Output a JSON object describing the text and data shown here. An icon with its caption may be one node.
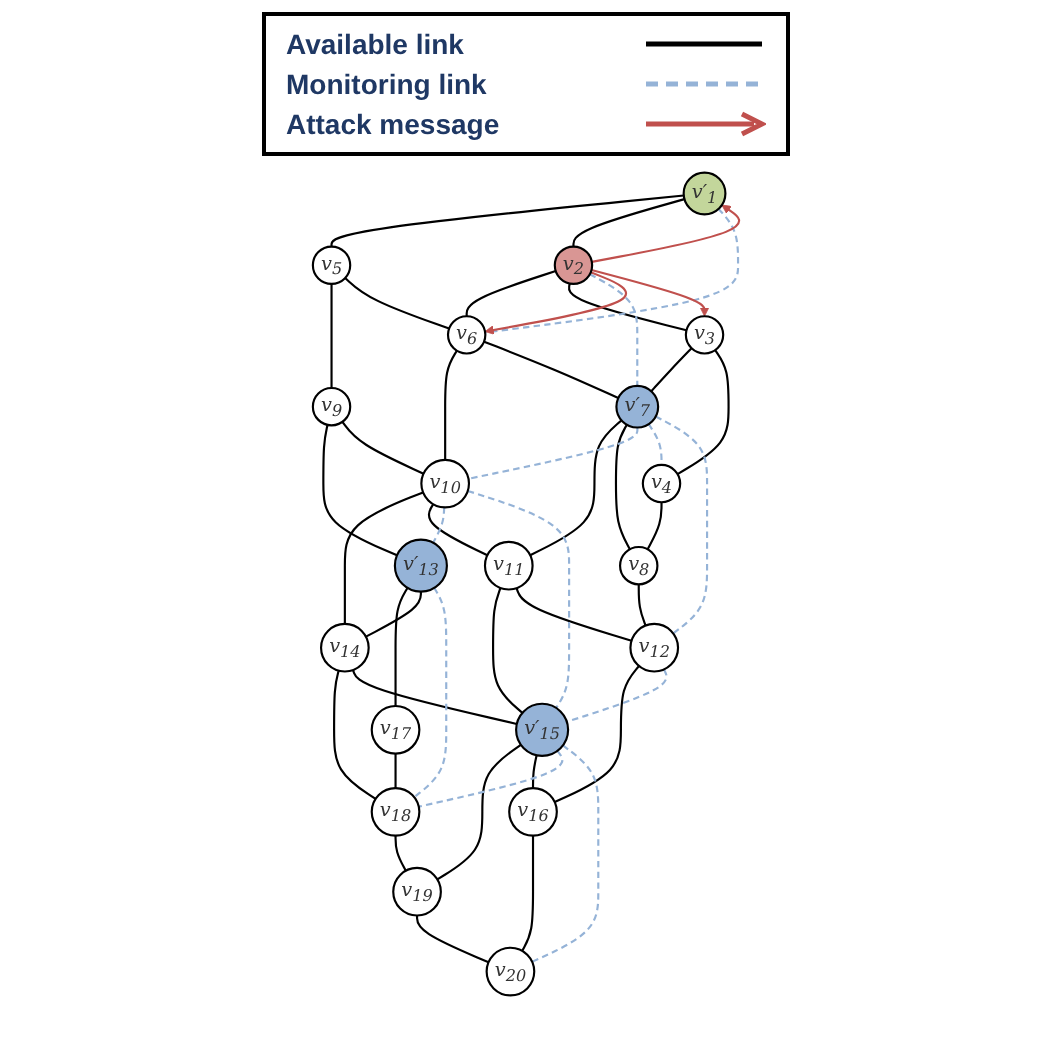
{
  "diagram": {
    "nodes": [
      {
        "text": [
          "v′$_{1}$"
        ]
      },
      {
        "text": [
          "v$_{2}$"
        ]
      },
      {
        "text": [
          "v$_{3}$"
        ]
      },
      {
        "text": [
          "v$_{4}$"
        ]
      },
      {
        "text": [
          "v$_{5}$"
        ]
      },
      {
        "text": [
          "v$_{6}$"
        ]
      },
      {
        "text": [
          "v′$_{7}$"
        ]
      },
      {
        "text": [
          "v$_{8}$"
        ]
      },
      {
        "text": [
          "v$_{9}$"
        ]
      },
      {
        "text": [
          "v$_{10}$"
        ]
      },
      {
        "text": [
          "v$_{11}$"
        ]
      },
      {
        "text": [
          "v$_{12}$"
        ]
      },
      {
        "text": [
          "v′$_{13}$"
        ]
      },
      {
        "text": [
          "v$_{14}$"
        ]
      },
      {
        "text": [
          "v′$_{15}$"
        ]
      },
      {
        "text": [
          "v$_{16}$"
        ]
      },
      {
        "text": [
          "v$_{17}$"
        ]
      },
      {
        "text": [
          "v$_{18}$"
        ]
      },
      {
        "text": [
          "v$_{19}$"
        ]
      },
      {
        "text": [
          "v$_{20}$"
        ]
      }
    ],
    "edges": [
      {
        "from": 0,
        "to": 4,
        "arrow": "none"
      },
      {
        "from": 4,
        "to": 8,
        "arrow": "none"
      },
      {
        "from": 8,
        "to": 12,
        "arrow": "none"
      },
      {
        "from": 12,
        "to": 16,
        "arrow": "none"
      },
      {
        "from": 1,
        "to": 5,
        "arrow": "none"
      },
      {
        "from": 5,
        "to": 9,
        "arrow": "none"
      },
      {
        "from": 9,
        "to": 13,
        "arrow": "none"
      },
      {
        "from": 13,
        "to": 17,
        "arrow": "none"
      },
      {
        "from": 2,
        "to": 6,
        "arrow": "none"
      },
      {
        "from": 6,
        "to": 10,
        "arrow": "none"
      },
      {
        "from": 10,
        "to": 14,
        "arrow": "none"
      },
      {
        "from": 14,
        "to": 18,
        "arrow": "none"
      },
      {
        "from": 3,
        "to": 7,
        "arrow": "none"
      },
      {
        "from": 7,
        "to": 11,
        "arrow": "none"
      },
      {
        "from": 11,
        "to": 15,
        "arrow": "none"
      },
      {
        "from": 15,
        "to": 19,
        "arrow": "none"
      },
      {
        "from": 0,
        "to": 1,
        "arrow": "none"
      },
      {
        "from": 1,
        "to": 2,
        "arrow": "none"
      },
      {
        "from": 2,
        "to": 3,
        "arrow": "none"
      },
      {
        "from": 4,
        "to": 5,
        "arrow": "none"
      },
      {
        "from": 5,
        "to": 6,
        "arrow": "none"
      },
      {
        "from": 6,
        "to": 7,
        "arrow": "none"
      },
      {
        "from": 8,
        "to": 9,
        "arrow": "none"
      },
      {
        "from": 9,
        "to": 10,
        "arrow": "none"
      },
      {
        "from": 10,
        "to": 11,
        "arrow": "none"
      },
      {
        "from": 12,
        "to": 13,
        "arrow": "none"
      },
      {
        "from": 13,
        "to": 14,
        "arrow": "none"
      },
      {
        "from": 14,
        "to": 15,
        "arrow": "none"
      },
      {
        "from": 16,
        "to": 17,
        "arrow": "none"
      },
      {
        "from": 17,
        "to": 18,
        "arrow": "none"
      },
      {
        "from": 18,
        "to": 19,
        "arrow": "none"
      },
      {
        "from": 0,
        "to": 5,
        "arrow": "none",
        "style": "dashed",
        "color": "#95b3d7"
      },
      {
        "from": 1,
        "to": 6,
        "arrow": "none",
        "style": "dashed",
        "color": "#95b3d7"
      },
      {
        "from": 6,
        "to": 9,
        "arrow": "none",
        "style": "dashed",
        "color": "#95b3d7"
      },
      {
        "from": 9,
        "to": 12,
        "arrow": "none",
        "style": "dashed",
        "color": "#95b3d7"
      },
      {
        "from": 12,
        "to": 17,
        "arrow": "none",
        "style": "dashed",
        "color": "#95b3d7"
      },
      {
        "from": 9,
        "to": 14,
        "arrow": "none",
        "style": "dashed",
        "color": "#95b3d7"
      },
      {
        "from": 14,
        "to": 17,
        "arrow": "none",
        "style": "dashed",
        "color": "#95b3d7"
      },
      {
        "from": 6,
        "to": 3,
        "arrow": "none",
        "style": "dashed",
        "color": "#95b3d7"
      },
      {
        "from": 6,
        "to": 11,
        "arrow": "none",
        "style": "dashed",
        "color": "#95b3d7"
      },
      {
        "from": 11,
        "to": 14,
        "arrow": "none",
        "style": "dashed",
        "color": "#95b3d7"
      },
      {
        "from": 14,
        "to": 19,
        "arrow": "none",
        "style": "dashed",
        "color": "#95b3d7"
      },
      {
        "from": 1,
        "to": 0,
        "arrow": "to",
        "color": "#c0504d"
      },
      {
        "from": 1,
        "to": 5,
        "arrow": "to",
        "color": "#c0504d"
      },
      {
        "from": 1,
        "to": 2,
        "arrow": "to",
        "color": "#c0504d"
      }
    ],
    "legend": [
      {
        "text": "Available link"
      },
      {
        "text": "Monitoring link"
      },
      {
        "text": "Attack message"
      }
    ]
  }
}
